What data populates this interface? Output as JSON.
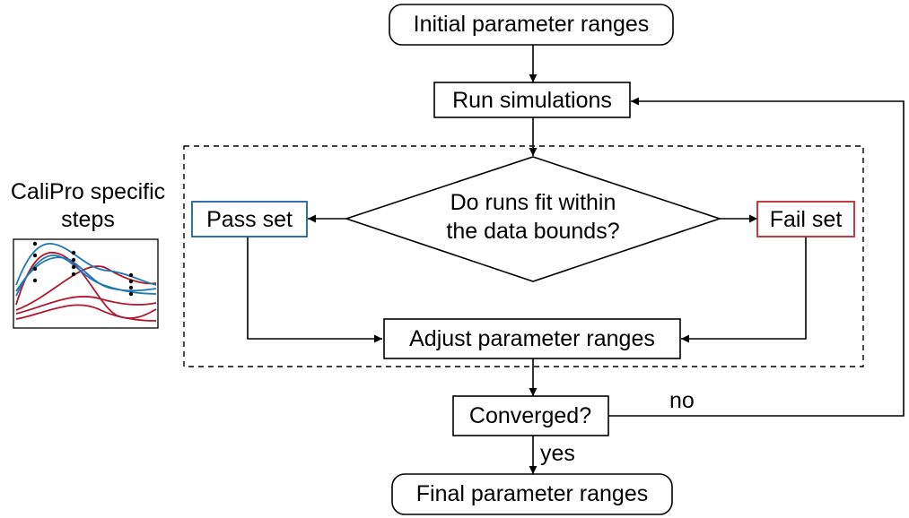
{
  "nodes": {
    "initial": "Initial parameter ranges",
    "run": "Run simulations",
    "decision_line1": "Do runs fit within",
    "decision_line2": "the data bounds?",
    "pass": "Pass set",
    "fail": "Fail set",
    "adjust": "Adjust parameter ranges",
    "converged": "Converged?",
    "final": "Final parameter ranges"
  },
  "edges": {
    "no_label": "no",
    "yes_label": "yes"
  },
  "side_label": {
    "line1": "CaliPro specific",
    "line2": "steps"
  },
  "colors": {
    "pass": "#1f5fa6",
    "fail": "#c0272d",
    "thumb_blue": "#1f77b4",
    "thumb_red": "#b2182b"
  }
}
